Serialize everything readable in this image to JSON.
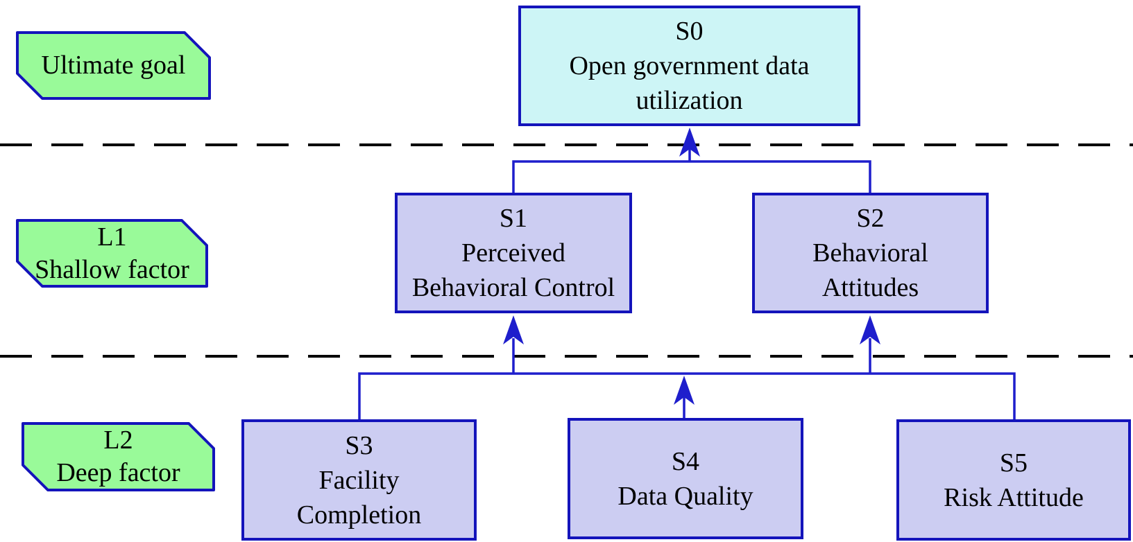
{
  "diagram": {
    "type": "hierarchy-diagram",
    "colors": {
      "goal_fill": "#cdf5f6",
      "factor_fill": "#cccdf2",
      "level_label_fill": "#99fa99",
      "box_border": "#1414bb",
      "connector": "#1e1ecc",
      "divider": "#000000",
      "text": "#000000"
    },
    "level_labels": [
      {
        "id": "ultimate-goal",
        "lines": [
          "Ultimate goal"
        ]
      },
      {
        "id": "l1",
        "lines": [
          "L1",
          "Shallow factor"
        ]
      },
      {
        "id": "l2",
        "lines": [
          "L2",
          "Deep factor"
        ]
      }
    ],
    "nodes": [
      {
        "id": "S0",
        "level": "Ultimate goal",
        "lines": [
          "S0",
          "Open government data",
          "utilization"
        ]
      },
      {
        "id": "S1",
        "level": "L1",
        "lines": [
          "S1",
          "Perceived",
          "Behavioral Control"
        ]
      },
      {
        "id": "S2",
        "level": "L1",
        "lines": [
          "S2",
          "Behavioral",
          "Attitudes"
        ]
      },
      {
        "id": "S3",
        "level": "L2",
        "lines": [
          "S3",
          "Facility",
          "Completion"
        ]
      },
      {
        "id": "S4",
        "level": "L2",
        "lines": [
          "S4",
          "Data Quality"
        ]
      },
      {
        "id": "S5",
        "level": "L2",
        "lines": [
          "S5",
          "Risk Attitude"
        ]
      }
    ],
    "edges": [
      {
        "from": [
          "S1",
          "S2"
        ],
        "to": [
          "S0"
        ],
        "style": "bus-arrow-up"
      },
      {
        "from": [
          "S3",
          "S4",
          "S5"
        ],
        "to": [
          "S1",
          "S2"
        ],
        "style": "bus-arrow-up"
      }
    ]
  }
}
